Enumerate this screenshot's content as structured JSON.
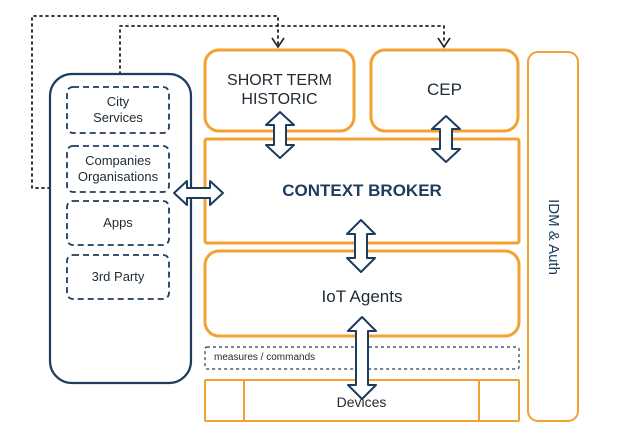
{
  "consumers": {
    "items": [
      {
        "label": "City\nServices"
      },
      {
        "label": "Companies\nOrganisations"
      },
      {
        "label": "Apps"
      },
      {
        "label": "3rd Party"
      }
    ]
  },
  "components": {
    "short_term_historic": "SHORT TERM\nHISTORIC",
    "cep": "CEP",
    "context_broker": "CONTEXT BROKER",
    "iot_agents": "IoT Agents",
    "measures_commands": "measures / commands",
    "devices": "Devices",
    "idm_auth": "IDM & Auth"
  },
  "colors": {
    "orange": "#f2a231",
    "navy": "#1d3c5e",
    "text": "#1f2a33"
  }
}
